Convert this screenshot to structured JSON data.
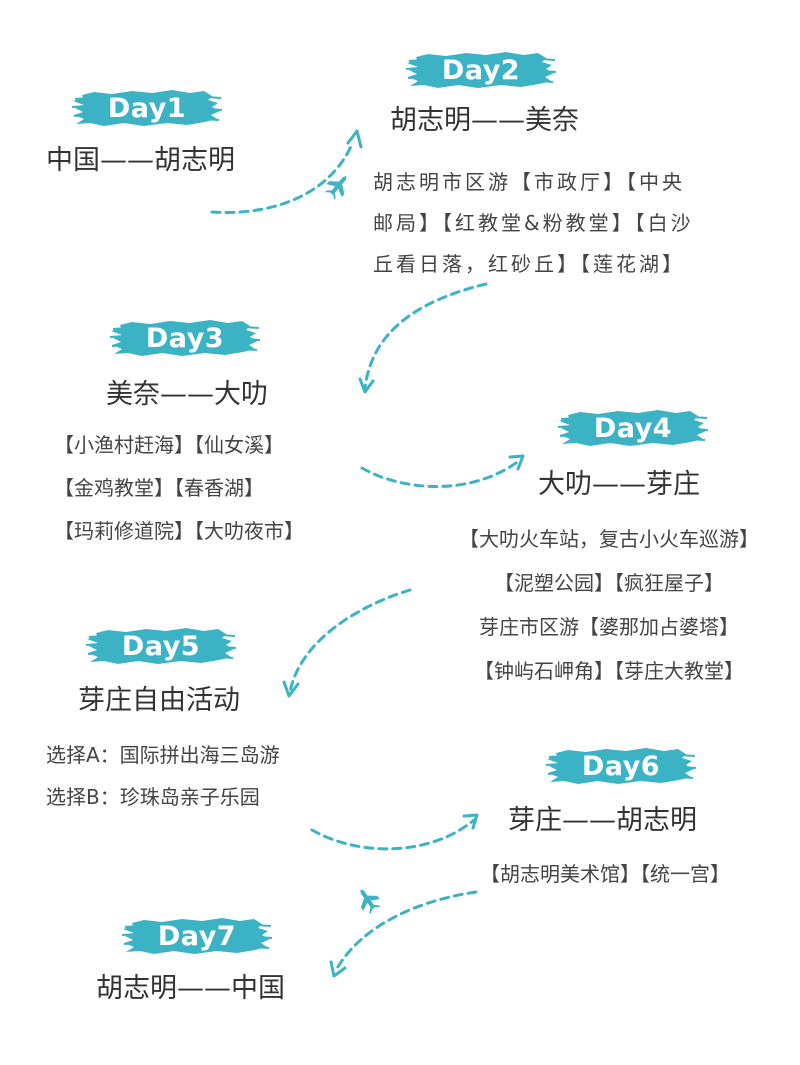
{
  "accent_color": "#3cb3c4",
  "days": [
    {
      "badge": "Day1",
      "route": "中国——胡志明",
      "lines": []
    },
    {
      "badge": "Day2",
      "route": "胡志明——美奈",
      "lines": [
        "胡志明市区游【市政厅】【中央",
        "邮局】【红教堂&粉教堂】【白沙",
        "丘看日落，红砂丘】【莲花湖】"
      ]
    },
    {
      "badge": "Day3",
      "route": "美奈——大叻",
      "lines": [
        "【小渔村赶海】【仙女溪】",
        "【金鸡教堂】【春香湖】",
        "【玛莉修道院】【大叻夜市】"
      ]
    },
    {
      "badge": "Day4",
      "route": "大叻——芽庄",
      "lines": [
        "【大叻火车站，复古小火车巡游】",
        "【泥塑公园】【疯狂屋子】",
        "芽庄市区游【婆那加占婆塔】",
        "【钟屿石岬角】【芽庄大教堂】"
      ]
    },
    {
      "badge": "Day5",
      "route": "芽庄自由活动",
      "lines": [
        "选择A：国际拼出海三岛游",
        "选择B：珍珠岛亲子乐园"
      ]
    },
    {
      "badge": "Day6",
      "route": "芽庄——胡志明",
      "lines": [
        "【胡志明美术馆】【统一宫】"
      ]
    },
    {
      "badge": "Day7",
      "route": "胡志明——中国",
      "lines": []
    }
  ]
}
